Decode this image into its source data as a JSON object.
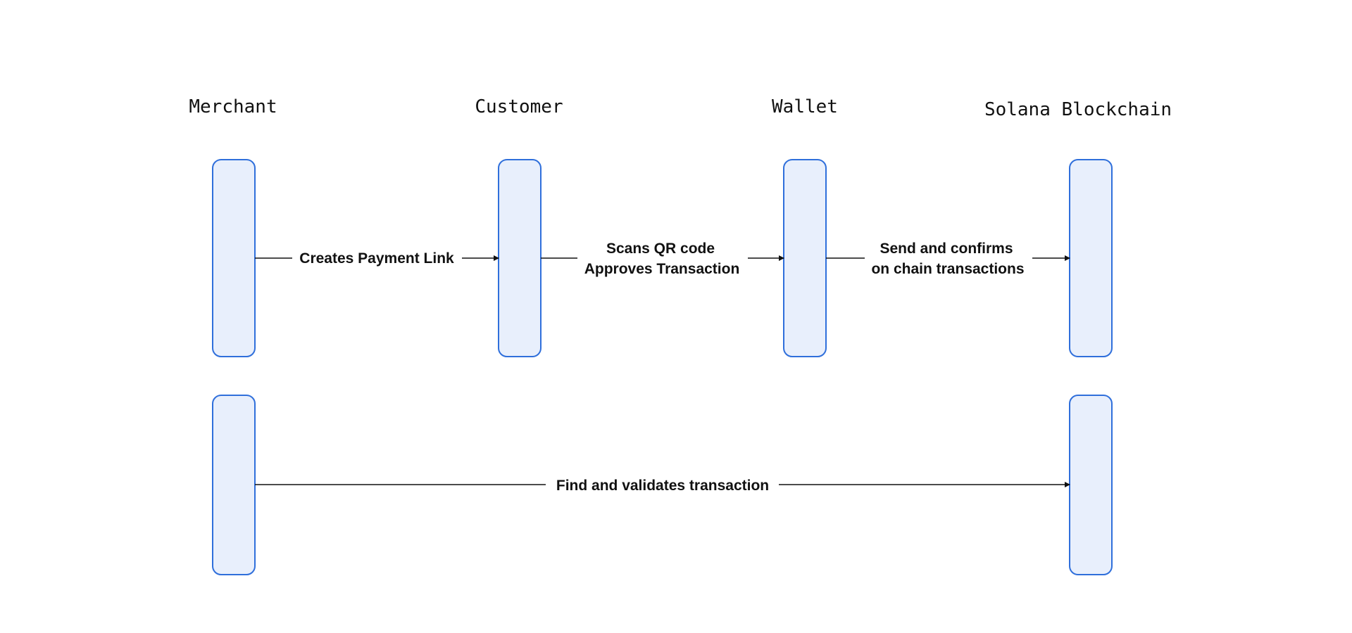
{
  "actors": {
    "merchant": "Merchant",
    "customer": "Customer",
    "wallet": "Wallet",
    "blockchain": "Solana Blockchain"
  },
  "messages": {
    "create_link": "Creates Payment Link",
    "scan_line1": "Scans QR code",
    "scan_line2": "Approves Transaction",
    "send_line1": "Send and confirms",
    "send_line2": "on chain transactions",
    "validate": "Find and validates transaction"
  },
  "colors": {
    "activation_fill": "#e8effc",
    "activation_stroke": "#2f6fdb",
    "arrow": "#111111"
  }
}
